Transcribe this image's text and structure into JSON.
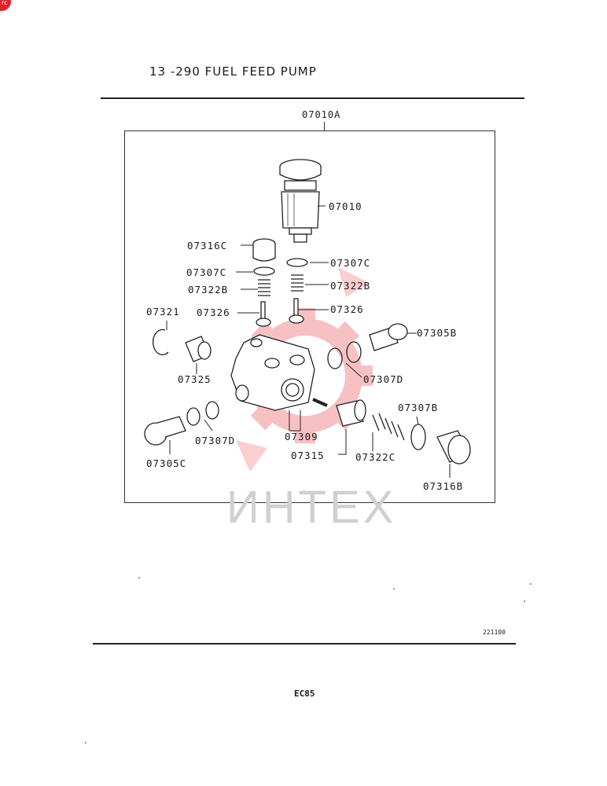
{
  "header": {
    "title": "13 -290  FUEL FEED PUMP"
  },
  "assembly": {
    "label": "07010A"
  },
  "parts": {
    "p07010": "07010",
    "p07316C": "07316C",
    "p07307C_left": "07307C",
    "p07307C_right": "07307C",
    "p07322B_left": "07322B",
    "p07322B_right": "07322B",
    "p07321": "07321",
    "p07326_left": "07326",
    "p07326_right": "07326",
    "p07305B": "07305B",
    "p07325": "07325",
    "p07307D_right": "07307D",
    "p07307B": "07307B",
    "p07307D_left": "07307D",
    "p07309": "07309",
    "p07315": "07315",
    "p07322C": "07322C",
    "p07305C": "07305C",
    "p07316B": "07316B"
  },
  "watermark": {
    "text": "ИНТЕХ",
    "color": "#e8323a"
  },
  "footer": {
    "ref_code": "221100",
    "page_code": "EC85"
  }
}
